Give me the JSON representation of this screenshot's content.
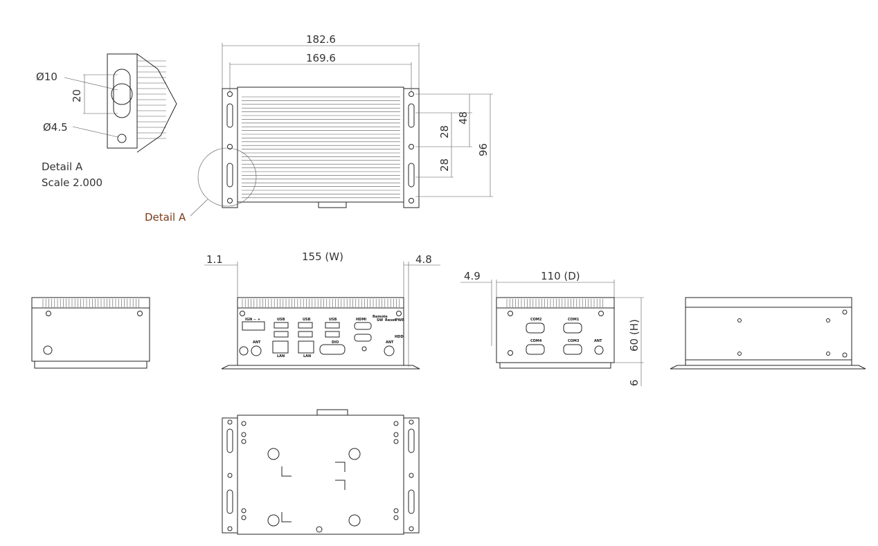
{
  "top_view": {
    "overall_width": "182.6",
    "hole_spacing": "169.6",
    "h48": "48",
    "h28a": "28",
    "h28b": "28",
    "h96": "96",
    "detail_callout": "Detail A"
  },
  "detail_a": {
    "dia10": "Ø10",
    "slot": "20",
    "dia45": "Ø4.5",
    "title": "Detail A",
    "scale": "Scale 2.000"
  },
  "front_view": {
    "left_offset": "1.1",
    "width": "155 (W)",
    "right_offset": "4.8",
    "ports": {
      "ign": "IGN − +",
      "usb1": "USB",
      "usb2": "USB",
      "usb3": "USB",
      "hdmi": "HDMI",
      "remote": "Remote",
      "sw": "SW",
      "reset": "Reset",
      "pwr": "PWR",
      "hdd": "HDD",
      "ant1": "ANT",
      "ant2": "ANT",
      "lan1": "LAN",
      "lan2": "LAN",
      "dio": "DIO"
    }
  },
  "rear_view": {
    "left_offset": "4.9",
    "depth": "110 (D)",
    "height": "60 (H)",
    "foot": "6",
    "ports": {
      "com1": "COM1",
      "com2": "COM2",
      "com3": "COM3",
      "com4": "COM4",
      "ant": "ANT"
    }
  }
}
